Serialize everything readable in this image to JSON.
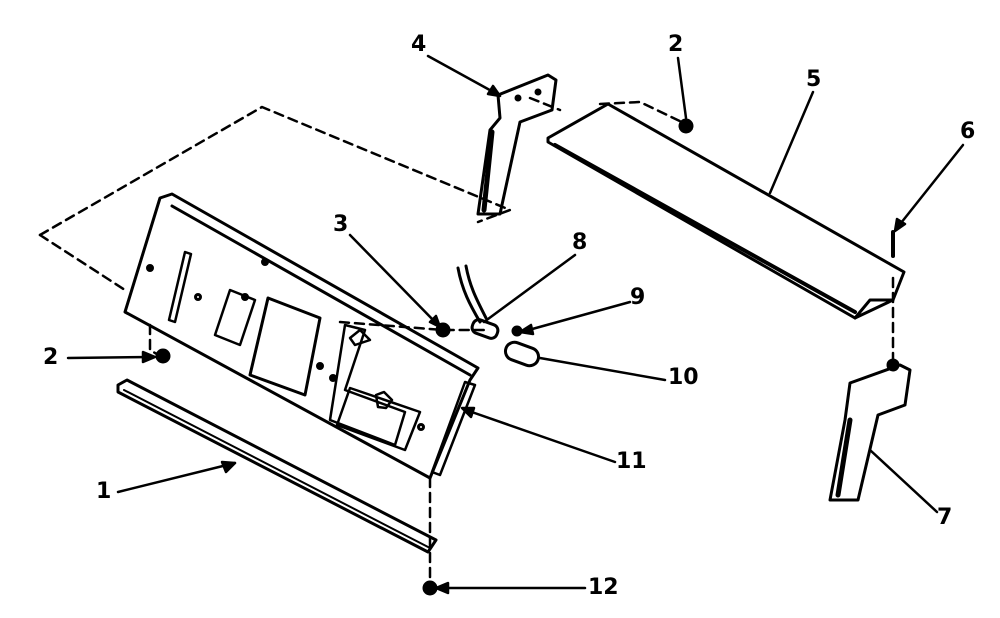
{
  "diagram": {
    "type": "exploded-parts-view",
    "line_color": "#000000",
    "background": "#ffffff",
    "callouts": [
      {
        "id": "c1",
        "label": "1",
        "part": "trim-strip"
      },
      {
        "id": "c2a",
        "label": "2",
        "part": "screw-left"
      },
      {
        "id": "c2b",
        "label": "2",
        "part": "screw-top"
      },
      {
        "id": "c3",
        "label": "3",
        "part": "nut"
      },
      {
        "id": "c4",
        "label": "4",
        "part": "end-bracket-left"
      },
      {
        "id": "c5",
        "label": "5",
        "part": "top-cover"
      },
      {
        "id": "c6",
        "label": "6",
        "part": "screw-right"
      },
      {
        "id": "c7",
        "label": "7",
        "part": "end-bracket-right"
      },
      {
        "id": "c8",
        "label": "8",
        "part": "lamp-socket"
      },
      {
        "id": "c9",
        "label": "9",
        "part": "screw-small"
      },
      {
        "id": "c10",
        "label": "10",
        "part": "lamp"
      },
      {
        "id": "c11",
        "label": "11",
        "part": "control-panel"
      },
      {
        "id": "c12",
        "label": "12",
        "part": "screw-bottom"
      }
    ]
  }
}
